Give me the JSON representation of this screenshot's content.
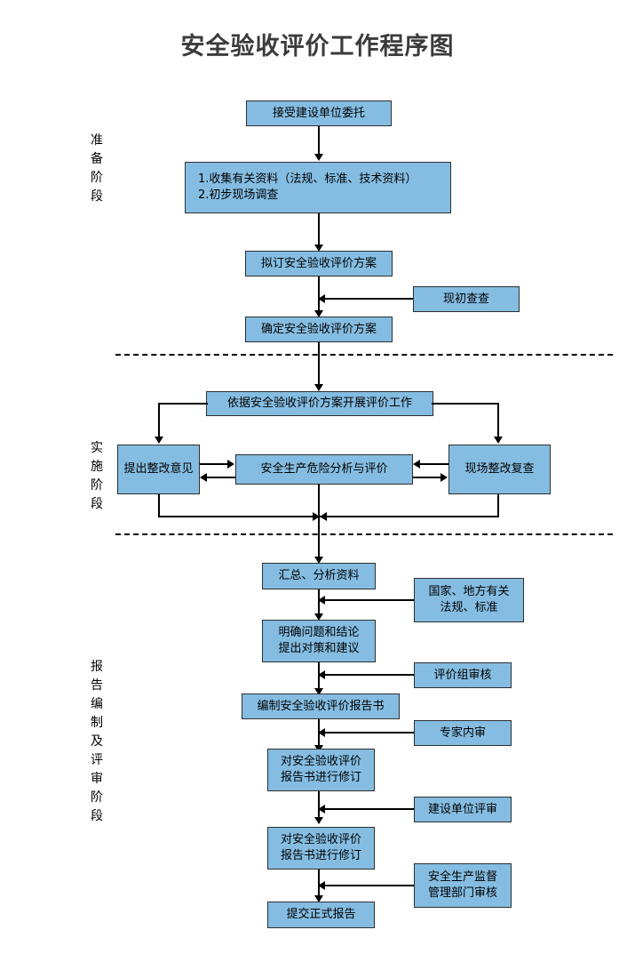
{
  "title": "安全验收评价工作程序图",
  "stages": [
    {
      "name": "preparation-stage",
      "label": "准备阶段",
      "chars": [
        "准",
        "备",
        "阶",
        "段"
      ]
    },
    {
      "name": "implementation-stage",
      "label": "实施阶段",
      "chars": [
        "实",
        "施",
        "阶",
        "段"
      ]
    },
    {
      "name": "report-review-stage",
      "label": "报告编制及评审阶段",
      "chars": [
        "报",
        "告",
        "编",
        "制",
        "及",
        "评",
        "审",
        "阶",
        "段"
      ]
    }
  ],
  "nodes": {
    "accept_commission": {
      "label": "接受建设单位委托"
    },
    "collect_data": {
      "line1": "1.收集有关资料（法规、标准、技术资料）",
      "line2": "2.初步现场调查"
    },
    "draft_plan": {
      "label": "拟订安全验收评价方案"
    },
    "preliminary_survey": {
      "label": "现初查查"
    },
    "confirm_plan": {
      "label": "确定安全验收评价方案"
    },
    "carry_out_evaluation": {
      "label": "依据安全验收评价方案开展评价工作"
    },
    "rectification_opinion": {
      "label": "提出整改意见"
    },
    "hazard_analysis": {
      "label": "安全生产危险分析与评价"
    },
    "onsite_recheck": {
      "label": "现场整改复查"
    },
    "summarize_analyze": {
      "label": "汇总、分析资料"
    },
    "clarify_conclusions": {
      "line1": "明确问题和结论",
      "line2": "提出对策和建议"
    },
    "national_local_regs": {
      "line1": "国家、地方有关",
      "line2": "法规、标准"
    },
    "compile_report": {
      "label": "编制安全验收评价报告书"
    },
    "eval_group_review": {
      "label": "评价组审核"
    },
    "expert_internal_review": {
      "label": "专家内审"
    },
    "revise_report_1": {
      "line1": "对安全验收评价",
      "line2": "报告书进行修订"
    },
    "construction_unit_review": {
      "label": "建设单位评审"
    },
    "revise_report_2": {
      "line1": "对安全验收评价",
      "line2": "报告书进行修订"
    },
    "safety_supervision_review": {
      "line1": "安全生产监督",
      "line2": "管理部门审核"
    },
    "submit_final_report": {
      "label": "提交正式报告"
    }
  },
  "colors": {
    "node_fill": "#85bde2",
    "node_border": "#2e2e2e",
    "connector": "#000000",
    "title_text": "#3b3b3b",
    "background": "#ffffff"
  }
}
